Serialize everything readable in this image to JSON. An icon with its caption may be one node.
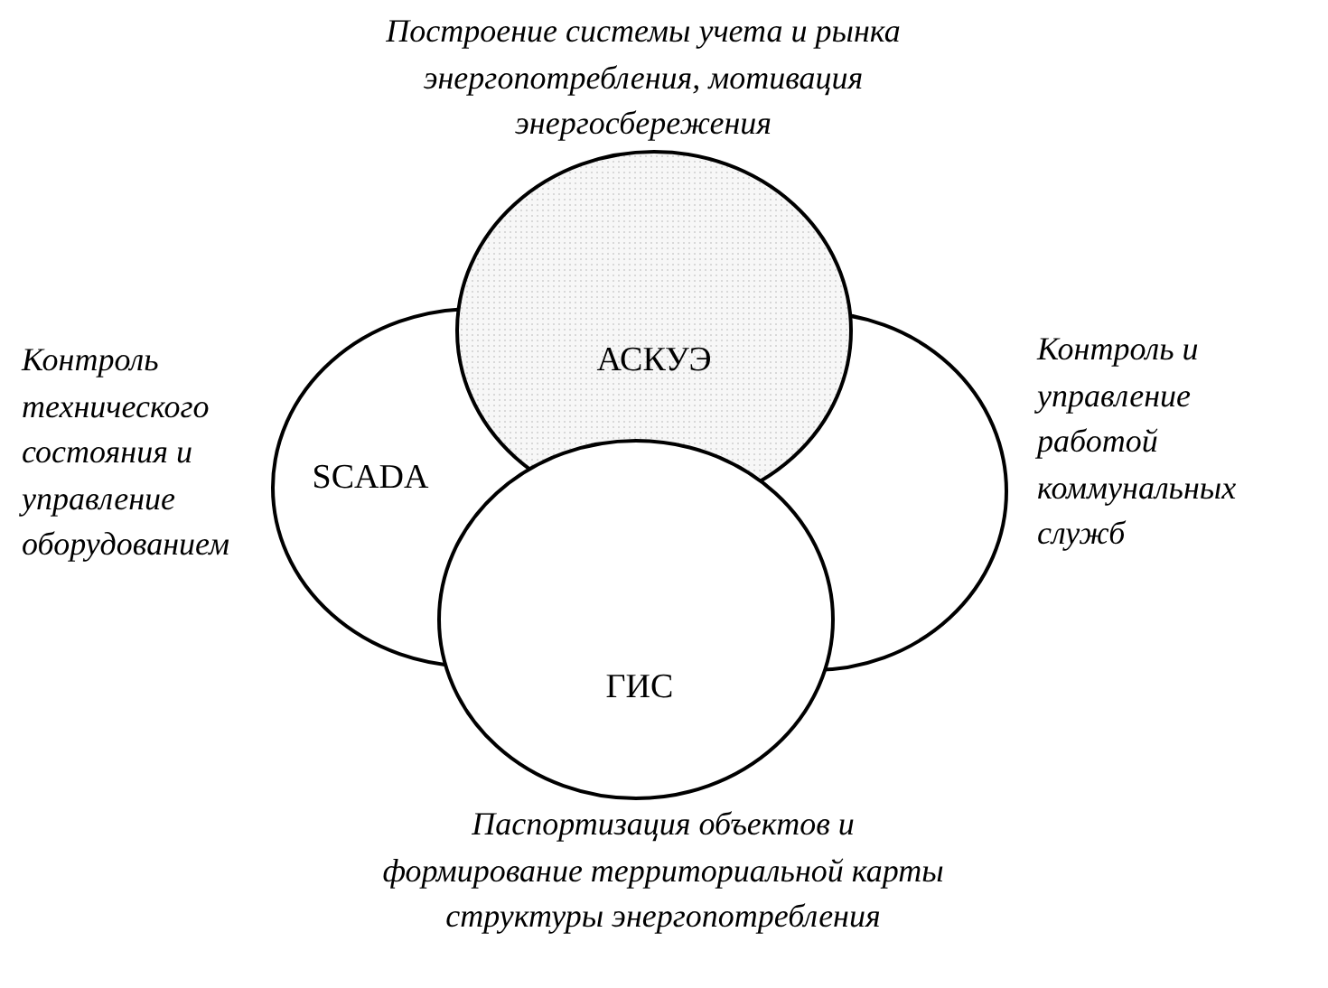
{
  "diagram": {
    "nodes": [
      {
        "text": [
          "АСКУЭ"
        ],
        "beside": [
          "Построение системы учета и рынка энергопотребления, мотивация энергосбережения"
        ]
      },
      {
        "text": [
          "SCADA"
        ],
        "beside": [
          "Контроль технического состояния и управление оборудованием"
        ]
      },
      {
        "text": [],
        "shape": "ellipse",
        "beside": [
          "Контроль и управление работой коммунальных служб"
        ]
      },
      {
        "text": [
          "ГИС"
        ],
        "beside": [
          "Паспортизация объектов и формирование территориальной карты структуры энергопотребления"
        ]
      }
    ]
  }
}
